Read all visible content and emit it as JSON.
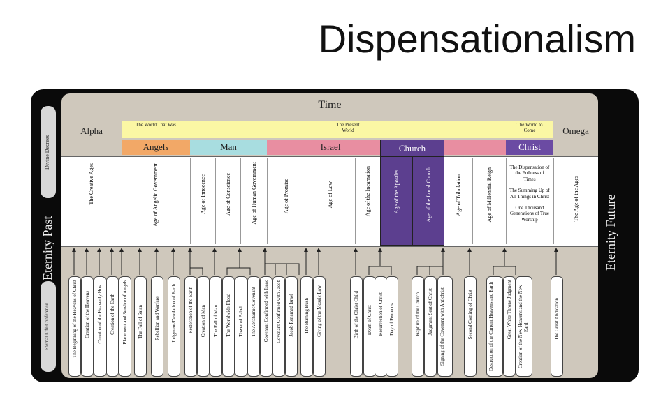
{
  "title": "Dispensationalism",
  "left": {
    "eternity": "Eternity Past",
    "top_pill": "Divine Decrees",
    "bottom_pill": "Eternal Life Conference"
  },
  "right": {
    "eternity": "Eternity Future"
  },
  "time_label": "Time",
  "alpha": "Alpha",
  "omega": "Omega",
  "worlds": [
    "The World That Was",
    "The Present World",
    "The World to Come"
  ],
  "groups": [
    "Angels",
    "Man",
    "Israel",
    "Church",
    "Christ"
  ],
  "ages": [
    "The Creative Ages",
    "Age of Angelic Government",
    "Age of Innocence",
    "Age of Conscience",
    "Age of Human Government",
    "Age of Promise",
    "Age of Law",
    "Age of the Incarnation",
    "Age of the Apostles",
    "Age of the Local Church",
    "Age of Tribulation",
    "Age of Millennial Reign",
    "The Age of the Ages"
  ],
  "christ_ages": [
    "The Dispensation of the Fullness of Times",
    "The Summing Up of All Things in Christ",
    "One Thousand Generations of True Worship"
  ],
  "events": [
    "The Beginning of the Heavens of Christ",
    "Creation of the Heavens",
    "Creation of the Heavenly Host",
    "Creation of the Earth",
    "Placement and Service of Angels",
    "The Fall of Satan",
    "Rebellion and Warfare",
    "Judgment/Desolation of Earth",
    "Restoration of the Earth",
    "Creation of Man",
    "The Fall of Man",
    "The Worldwide Flood",
    "Tower of Babel",
    "The Abrahamic Covenant",
    "Covenant Confirmed with Isaac",
    "Covenant Confirmed with Jacob",
    "Jacob Renamed Israel",
    "The Burning Bush",
    "Giving of the Mosaic Law",
    "Birth of the Christ Child",
    "Death of Christ",
    "Resurrection of Christ",
    "Day of Pentecost",
    "Rapture of the Church",
    "Judgment Seat of Christ",
    "Signing of the Covenant with Antichrist",
    "Second Coming of Christ",
    "Destruction of the Current Heavens and Earth",
    "Great White Throne Judgment",
    "Creation of the New Heavens and the New Earth",
    "The Great Abdication"
  ],
  "colors": {
    "frame": "#0a0a0a",
    "panel": "#cfc8bc",
    "world_band": "#fbf7a4",
    "angels": "#f2a867",
    "man": "#a8dde0",
    "israel": "#e88ea1",
    "church": "#5c3f8f",
    "christ": "#6b4ba3"
  }
}
